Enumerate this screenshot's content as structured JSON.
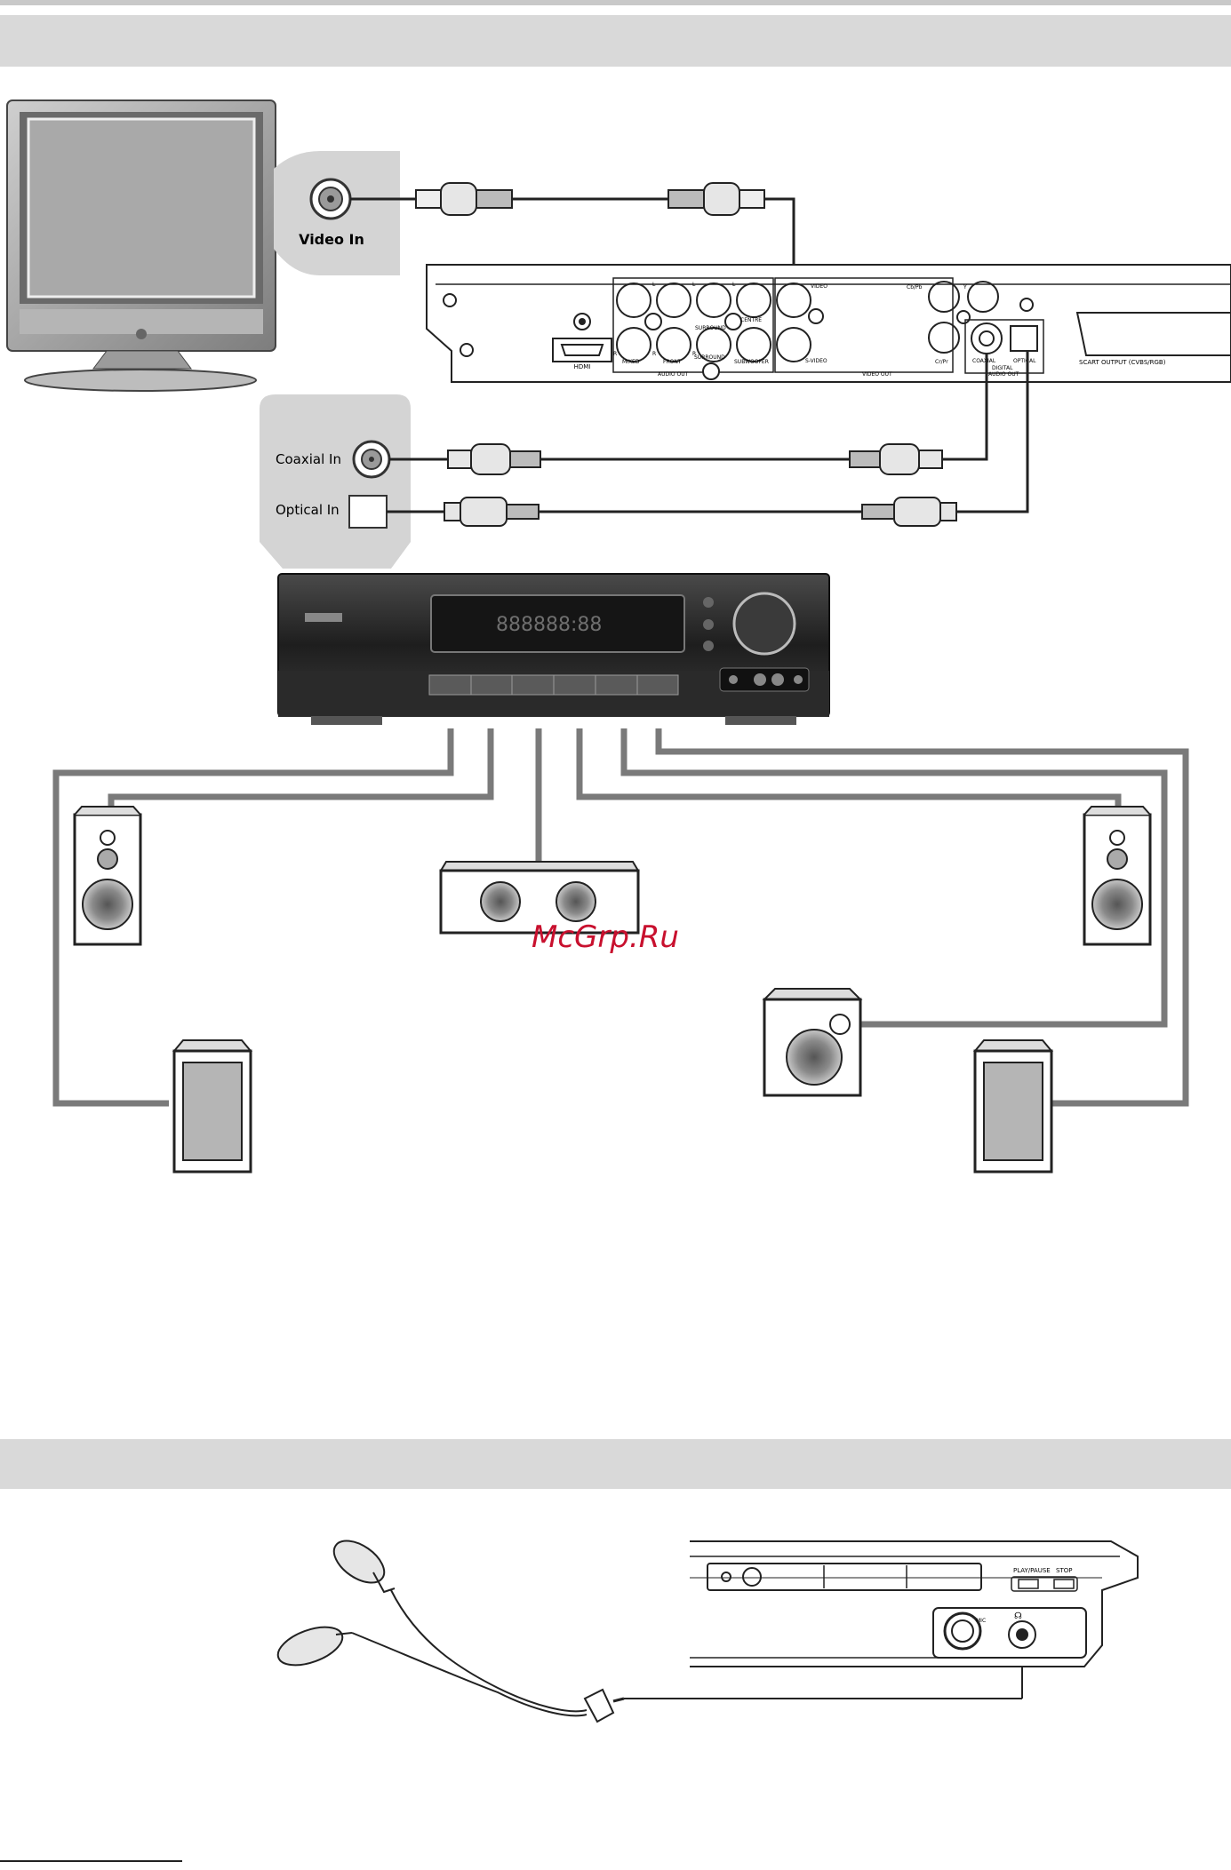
{
  "sections": {
    "surround_header": "",
    "headphone_header": ""
  },
  "tv": {
    "video_in_label": "Video In"
  },
  "amplifier_inputs": {
    "coaxial_label": "Coaxial In",
    "optical_label": "Optical In"
  },
  "player_rear": {
    "hdmi": "HDMI",
    "audio_out": "AUDIO OUT",
    "mixed": "MIXED",
    "front": "FRONT",
    "surround_top": "SURROUND",
    "surround": "SURROUND",
    "subwoofer": "SUBWOOFER",
    "centre": "CENTRE",
    "l1": "L",
    "l2": "L",
    "l3": "L",
    "r1": "R",
    "r2": "R",
    "r3": "R",
    "video": "VIDEO",
    "s_video": "S-VIDEO",
    "video_out": "VIDEO OUT",
    "cb_pb": "Cb/Pb",
    "cr_pr": "Cr/Pr",
    "y": "Y",
    "coaxial": "COAXIAL",
    "optical": "OPTICAL",
    "digital": "DIGITAL",
    "digital_audio_out": "AUDIO OUT",
    "scart": "SCART OUTPUT (CVBS/RGB)"
  },
  "receiver": {
    "display": "888888:88"
  },
  "player_front": {
    "play_pause": "PLAY/PAUSE",
    "stop": "STOP",
    "mic": "MIC"
  },
  "watermark": "McGrp.Ru",
  "colors": {
    "header_band": "#d9d9d9",
    "speaker_wire": "#7a7a7a",
    "watermark": "#c8102e",
    "receiver_body": "#2b2b2b"
  }
}
